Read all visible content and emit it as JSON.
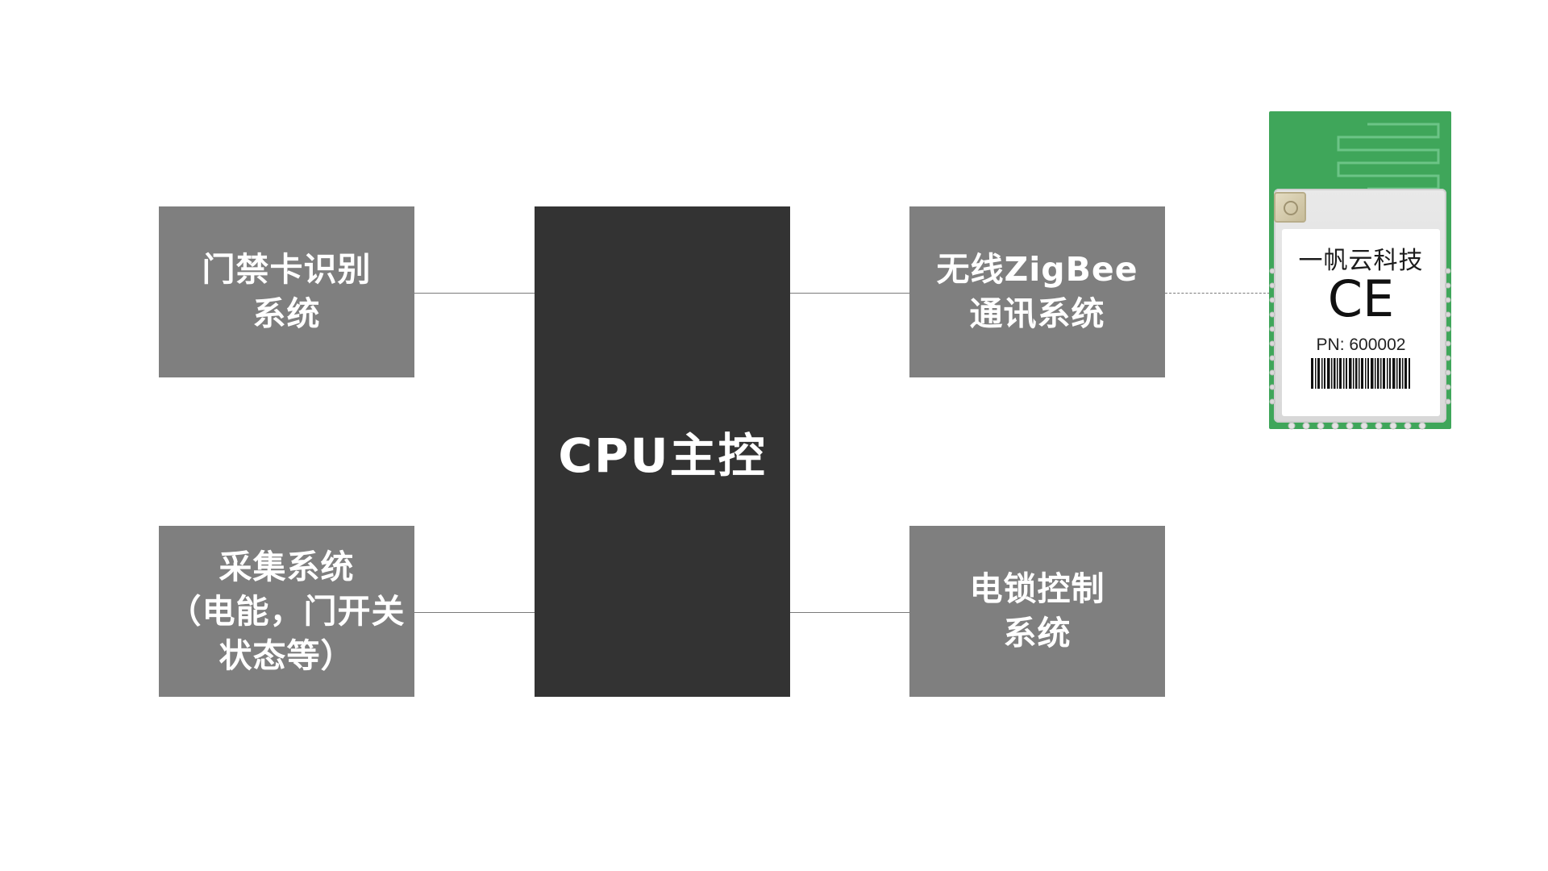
{
  "blocks": {
    "access_card": {
      "line1": "门禁卡识别",
      "line2": "系统"
    },
    "acquisition": {
      "line1": "采集系统",
      "line2": "（电能，门开关",
      "line3": "状态等）"
    },
    "cpu": {
      "label": "CPU主控"
    },
    "zigbee": {
      "line1": "无线ZigBee",
      "line2": "通讯系统"
    },
    "lock": {
      "line1": "电锁控制",
      "line2": "系统"
    }
  },
  "module": {
    "company": "一帆云科技",
    "ce_mark": "CE",
    "part_number": "PN: 600002"
  },
  "colors": {
    "block_gray": "#7f7f7f",
    "cpu_dark": "#333333",
    "pcb_green": "#3fa65a",
    "connector": "#7a7a7a"
  }
}
